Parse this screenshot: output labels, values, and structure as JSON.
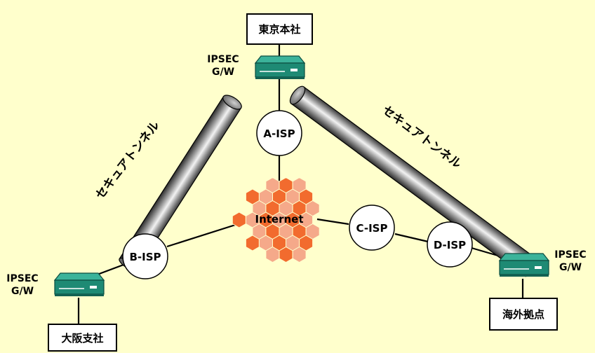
{
  "sites": {
    "tokyo": "東京本社",
    "osaka": "大阪支社",
    "overseas": "海外拠点"
  },
  "gateways": {
    "tokyo": {
      "line1": "IPSEC",
      "line2": "G/W"
    },
    "osaka": {
      "line1": "IPSEC",
      "line2": "G/W"
    },
    "overseas": {
      "line1": "IPSEC",
      "line2": "G/W"
    }
  },
  "isps": {
    "a": "A-ISP",
    "b": "B-ISP",
    "c": "C-ISP",
    "d": "D-ISP"
  },
  "internet": "Internet",
  "tunnels": {
    "left": "セキュアトンネル",
    "right": "セキュアトンネル"
  },
  "colors": {
    "background": "#FFFFCC",
    "gateway": "#1E8A74",
    "hex_dark": "#F26B2E",
    "hex_light": "#F5A98A"
  }
}
